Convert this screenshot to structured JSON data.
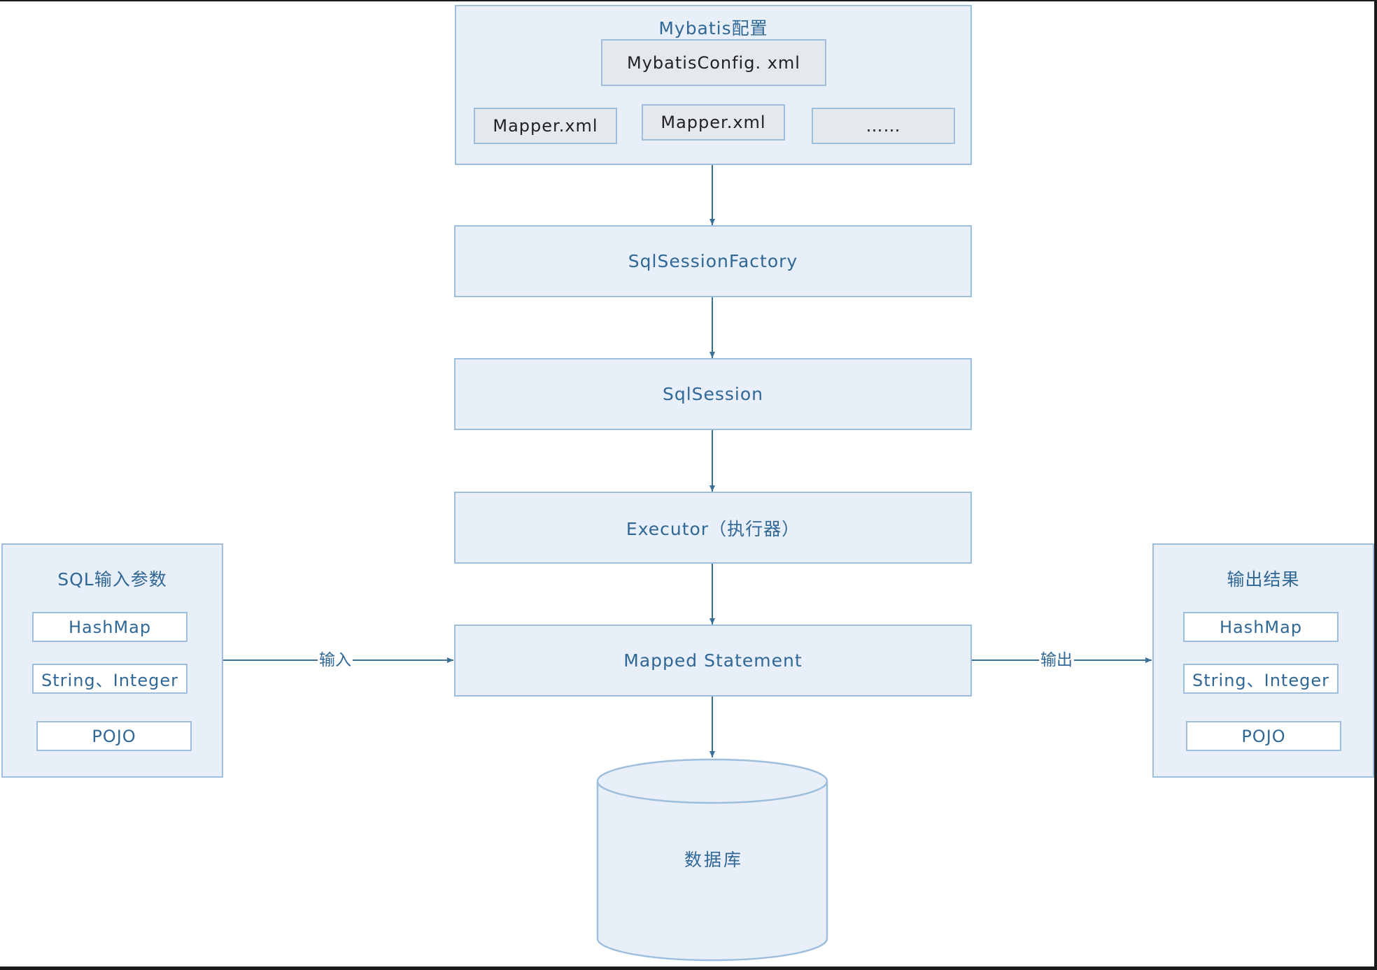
{
  "config": {
    "title": "Mybatis配置",
    "main_file": "MybatisConfig. xml",
    "mappers": [
      "Mapper.xml",
      "Mapper.xml",
      "……"
    ]
  },
  "pipeline": {
    "factory": "SqlSessionFactory",
    "session": "SqlSession",
    "executor": "Executor（执行器）",
    "statement": "Mapped Statement"
  },
  "input": {
    "title": "SQL输入参数",
    "items": [
      "HashMap",
      "String、Integer",
      "POJO"
    ],
    "edge_label": "输入"
  },
  "output": {
    "title": "输出结果",
    "items": [
      "HashMap",
      "String、Integer",
      "POJO"
    ],
    "edge_label": "输出"
  },
  "database": {
    "label": "数据库"
  },
  "colors": {
    "fill": "#e8eff8",
    "border": "#9dbfdd",
    "text": "#2f6796",
    "connector": "#3a6f96",
    "gray_fill": "#e5e8ec"
  }
}
